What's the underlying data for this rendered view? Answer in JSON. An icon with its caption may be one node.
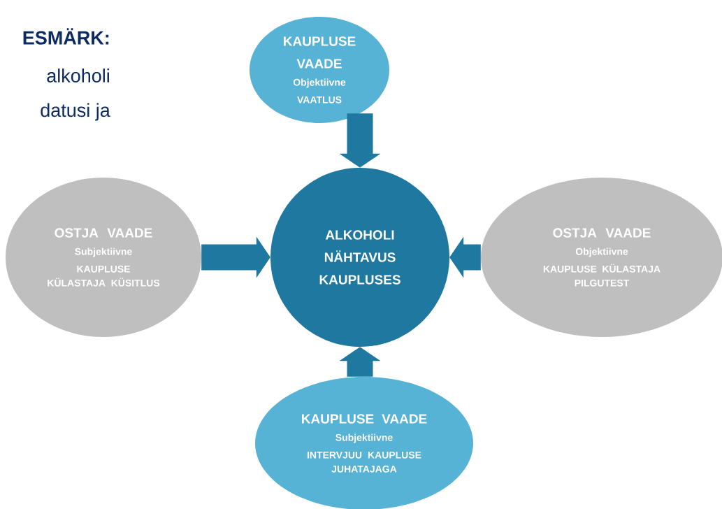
{
  "diagram": {
    "nodes": [
      {
        "text": [
          "KAUPLUSE VAADE",
          "Objektiivne",
          "VAATLUS"
        ]
      },
      {
        "text": [
          "OSTJA VAADE",
          "Subjektiivne",
          "KAUPLUSE KÜLASTAJA KÜSITLUS"
        ]
      },
      {
        "text": [
          "ALKOHOLI NÄHTAVUS KAUPLUSES"
        ]
      },
      {
        "text": [
          "OSTJA VAADE",
          "Objektiivne",
          "KAUPLUSE KÜLASTAJA PILGUTEST"
        ]
      },
      {
        "text": [
          "KAUPLUSE VAADE",
          "Subjektiivne",
          "INTERVJUU KAUPLUSE JUHATAJAGA"
        ]
      }
    ],
    "edges": [
      {
        "from": 0,
        "to": 2,
        "arrow": "to"
      },
      {
        "from": 1,
        "to": 2,
        "arrow": "to"
      },
      {
        "from": 3,
        "to": 2,
        "arrow": "to"
      },
      {
        "from": 4,
        "to": 2,
        "arrow": "to"
      }
    ],
    "labels": [
      "ESMÄRK:",
      "alkoholi",
      "datusi ja"
    ]
  }
}
